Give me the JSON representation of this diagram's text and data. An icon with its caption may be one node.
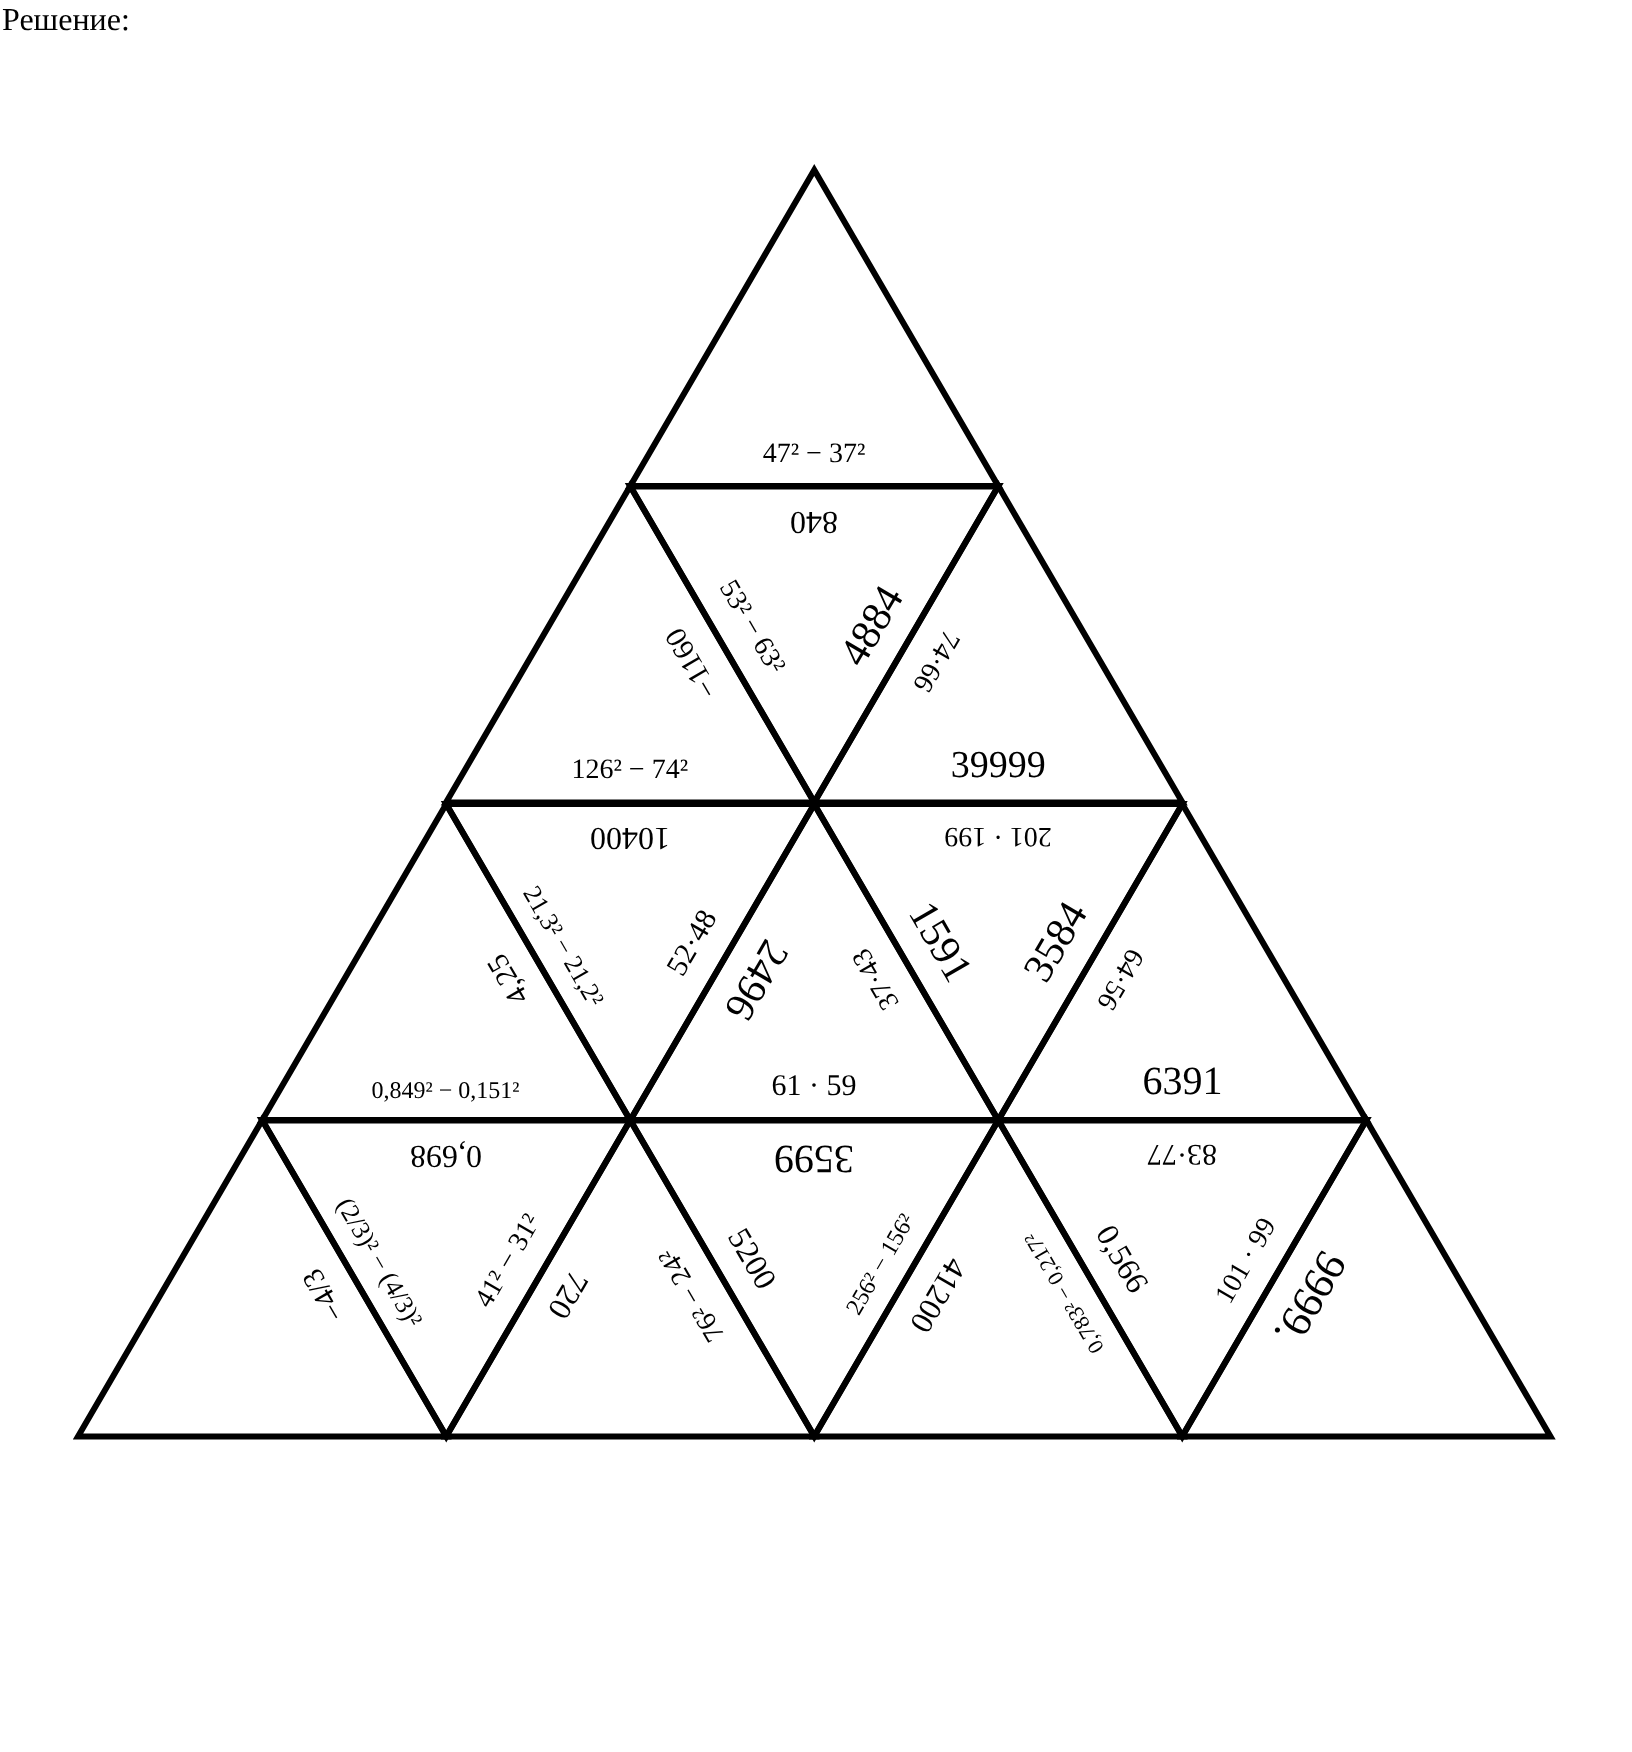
{
  "diagram": {
    "title": "Решение:",
    "nodes": [
      {
        "text": [
          "47² − 37²"
        ]
      },
      {
        "text": [
          "−1160",
          "126² − 74²"
        ]
      },
      {
        "text": [
          "840",
          "53² − 63²",
          "4884"
        ]
      },
      {
        "text": [
          "74·66",
          "39999"
        ]
      },
      {
        "text": [
          "4,25",
          "0,849² − 0,151²"
        ]
      },
      {
        "text": [
          "10400",
          "21,3² − 21,2²",
          "52·48"
        ]
      },
      {
        "text": [
          "2496",
          "37·43",
          "61 · 59"
        ]
      },
      {
        "text": [
          "201 · 199",
          "1591",
          "3584"
        ]
      },
      {
        "text": [
          "64·56",
          "6391"
        ]
      },
      {
        "text": [
          "−4/3"
        ]
      },
      {
        "text": [
          "0,698",
          "(2/3)² − (4/3)²",
          "41² − 31²"
        ]
      },
      {
        "text": [
          "720",
          "76² − 24²"
        ]
      },
      {
        "text": [
          "3599",
          "5200",
          "256² − 156²"
        ]
      },
      {
        "text": [
          "41200",
          "0,783² − 0,217²"
        ]
      },
      {
        "text": [
          "83·77",
          "0,566",
          "101 · 99"
        ]
      },
      {
        "text": [
          "9999."
        ]
      }
    ]
  }
}
